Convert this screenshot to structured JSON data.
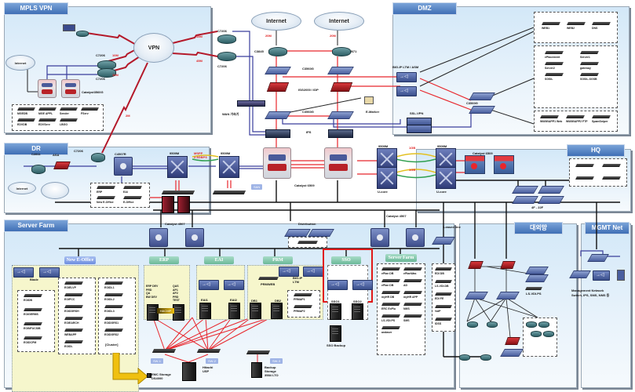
{
  "zones": {
    "mpls_vpn": "MPLS VPN",
    "dmz": "DMZ",
    "dr": "DR",
    "hq": "HQ",
    "server_farm": "Server Farm",
    "zone_korean": "대외망",
    "mgmt_net": "MGMT Net"
  },
  "clouds": {
    "vpn": "VPN",
    "internet_left": "Internet",
    "internet_right": "Internet",
    "internet_mpls": "Internet",
    "internet_dr": "Internet",
    "dr_cloud2": ""
  },
  "mpls": {
    "router_top": "C7206",
    "router_bottom": "C7206",
    "catalyst": "Catalyst3560G",
    "link_10m_a": "10M",
    "link_10m_b": "10M",
    "link_2m": "2M",
    "servers": [
      "MGEDB",
      "MGE APPL",
      "Sender",
      "FServ",
      "EDVDB",
      "EDVServ",
      "LBGO"
    ]
  },
  "wan": {
    "link_45m_a": "45M",
    "link_45m_b": "45M",
    "router_a": "C7206",
    "router_b": "C7206",
    "wan_accel": "WAN 가속기",
    "inet_bw_left": "20M",
    "inet_bw_right": "20M"
  },
  "internet_edge": {
    "router_left": "C3845",
    "router_right": "B71",
    "switch_top": "C3560G",
    "firewall": "ISG2000 / IDP",
    "switch_bottom": "C3560G",
    "ips": "IPS",
    "emarker": "E-Marker"
  },
  "dmz": {
    "lb": "BIG-IP LTM / ASM",
    "switch": "C3560G",
    "sslvpn": "SSL-VPN",
    "group1": [
      "WEB1",
      "WEB2",
      "DNS"
    ],
    "group2": [
      "ePlacement",
      "Server1",
      "Server2",
      "gateway",
      "SGSIL",
      "SGSIL-SGSB"
    ],
    "group3": [
      "WWW/APP1 Web",
      "WWW/APP2 FTP",
      "SpamSniper"
    ]
  },
  "dr": {
    "router": "C2811",
    "asa": "ASA",
    "router_c7206": "C7206",
    "l3switch": "C4507R",
    "core_left": "9509M",
    "link_label": "MSPP 2.5GBPS",
    "core_right": "9509M",
    "san": "SAN",
    "servers": [
      "ERP",
      "EAI",
      "New E-Office",
      "E-Office"
    ]
  },
  "core": {
    "catalyst_6509": "Catalyst 6509",
    "core_a": "9509M",
    "core_b": "9509M",
    "link_a": "1GB",
    "link_b": "1GB",
    "ucore_left": "U-core",
    "ucore_right": "U-core",
    "core_c": "9509M"
  },
  "hq": {
    "catalyst": "Catalyst 6509",
    "floor_label": "4F - 22F"
  },
  "server_farm": {
    "catalyst_4507_left": "Catalyst 4507",
    "catalyst_4507_right": "Catalyst 4507",
    "distribution": "Distribution",
    "new_eoffice": "New E-Office",
    "blade": "Blade",
    "eoffice_col1": [
      "EOIDB",
      "EOIGERMS",
      "EOINFUCSIB",
      "EOIDCPM"
    ],
    "eoffice_col2": [
      "EOIELVP",
      "EOIPCC",
      "EOIDGRSH",
      "EOIEARCH",
      "WEBAPP",
      "EOIDL"
    ],
    "eoffice_col3": [
      "EOIDL1",
      "EOIDL2",
      "EOIDL3",
      "EOIDGRS1",
      "EOIDGRS2",
      "[Cluster]"
    ],
    "erp": "ERP",
    "erp_left": [
      "ERP DEV",
      "PRD",
      "QA",
      "BW DEV"
    ],
    "erp_right": [
      "QAS",
      "AP1",
      "AP2",
      "PRD",
      "TEST"
    ],
    "hacmp": "HACMP",
    "eai": "EAI",
    "eai_servers": [
      "EAI1",
      "EAI2"
    ],
    "prm": "PRM",
    "prm_lb": "BIG-IP LTM",
    "prm_servers": [
      "PRMWEB",
      "DB1",
      "DB2",
      "PRMAP1",
      "PRMAP2"
    ],
    "sso": "SSO",
    "sso_servers": [
      "SSO1",
      "SSO2"
    ],
    "sso_backup": "SSO Backup",
    "server_farm_tag": "Server Farm",
    "sf_servers": [
      "ePlan DB",
      "ePlanWas",
      "ePlan DB",
      "AD",
      "myHR DB",
      "myHR APP",
      "ERC ExPlu",
      "NMS",
      "LS-VDI.PS",
      "SMS",
      "andaser"
    ],
    "leased_line": "Leased line",
    "leased_servers": [
      "EDI DB",
      "LS-VDI.DB",
      "EDI FE",
      "VoIP",
      "IDSS"
    ],
    "san_sw_1": "SW-1",
    "san_sw_2": "SW-2",
    "san_sw_3": "SW-3",
    "emc_storage": "EMC Storage DS4000",
    "hitachi": "Hitachi USP",
    "backup": "Backup Storage 3584 LTO"
  },
  "external": {
    "server": "LS-VDI.PS"
  },
  "mgmt": {
    "desc_line1": "Management Network",
    "desc_line2": "Switch, IPS, SMS, NMS 등"
  },
  "colors": {
    "zone_header": "#3f6fb5",
    "red_link": "#e8262c",
    "wan_link": "#b4192a",
    "lan_link_blue": "#3a3e9c",
    "sso_highlight": "#e01818",
    "tag_green": "#6bb898",
    "tag_blue": "#6e8ee0"
  }
}
